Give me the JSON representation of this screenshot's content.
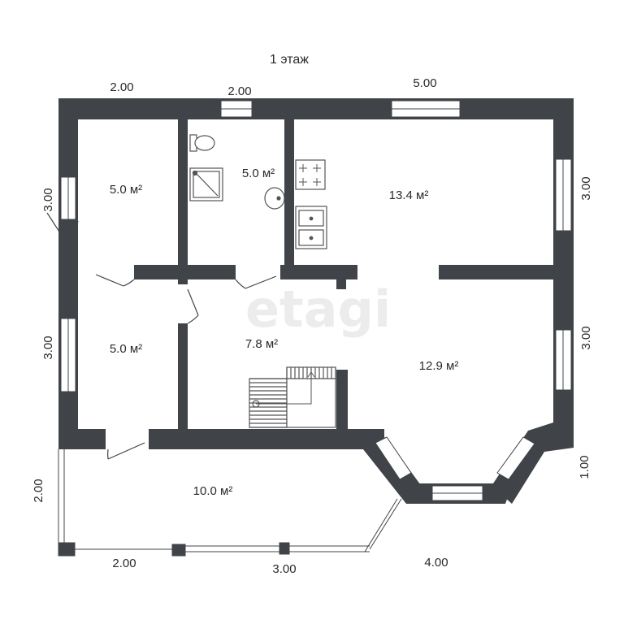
{
  "title": "1 этаж",
  "watermark": "etagi",
  "colors": {
    "wall": "#404448",
    "window": "#ffffff",
    "fixture": "#555555",
    "text": "#2a2a2a",
    "watermark": "#ececec"
  },
  "rooms": [
    {
      "id": "room-top-left",
      "area": "5.0 м²"
    },
    {
      "id": "room-bathroom",
      "area": "5.0 м²"
    },
    {
      "id": "room-kitchen",
      "area": "13.4 м²"
    },
    {
      "id": "room-mid-left",
      "area": "5.0 м²"
    },
    {
      "id": "room-hall",
      "area": "7.8 м²"
    },
    {
      "id": "room-living",
      "area": "12.9 м²"
    },
    {
      "id": "room-terrace",
      "area": "10.0 м²"
    }
  ],
  "dimensions": [
    {
      "id": "dim-top-left",
      "value": "2.00"
    },
    {
      "id": "dim-top-middle",
      "value": "2.00"
    },
    {
      "id": "dim-top-right",
      "value": "5.00"
    },
    {
      "id": "dim-left-upper",
      "value": "3.00"
    },
    {
      "id": "dim-left-middle",
      "value": "3.00"
    },
    {
      "id": "dim-left-lower",
      "value": "2.00"
    },
    {
      "id": "dim-right-upper",
      "value": "3.00"
    },
    {
      "id": "dim-right-middle",
      "value": "3.00"
    },
    {
      "id": "dim-right-lower",
      "value": "1.00"
    },
    {
      "id": "dim-bottom-left",
      "value": "2.00"
    },
    {
      "id": "dim-bottom-middle",
      "value": "3.00"
    },
    {
      "id": "dim-bottom-right",
      "value": "4.00"
    }
  ],
  "fixtures": [
    "toilet-icon",
    "shower-icon",
    "sink-icon",
    "stove-icon",
    "kitchen-sink-icon",
    "staircase-icon"
  ]
}
